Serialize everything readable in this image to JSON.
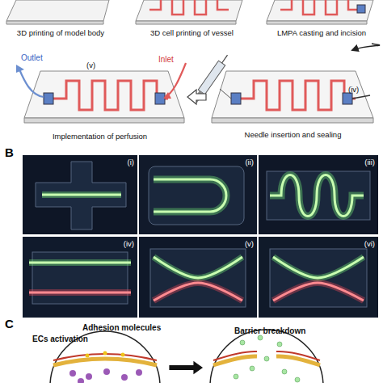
{
  "diagram": {
    "nodes": [
      {
        "text": [
          "3D printing of model body"
        ]
      },
      {
        "text": [
          "3D cell printing of vessel"
        ]
      },
      {
        "text": [
          "LMPA casting and incision"
        ]
      },
      {
        "text": [
          "(iv)",
          "Needle insertion and sealing"
        ]
      },
      {
        "text": [
          "(v)",
          "Implementation of perfusion"
        ]
      },
      {
        "text": [
          "(i)"
        ]
      },
      {
        "text": [
          "(ii)"
        ]
      },
      {
        "text": [
          "(iii)"
        ]
      },
      {
        "text": [
          "(iv)"
        ]
      },
      {
        "text": [
          "(v)"
        ]
      },
      {
        "text": [
          "(vi)"
        ]
      },
      {
        "text": [
          "Adhesion molecules",
          "ECs activation"
        ]
      },
      {
        "text": [
          "Barrier breakdown"
        ]
      }
    ],
    "edges": [
      {
        "from": 2,
        "to": 3,
        "arrow": "to"
      },
      {
        "from": 3,
        "to": 4,
        "arrow": "to"
      },
      {
        "from": 11,
        "to": 12,
        "arrow": "to"
      }
    ],
    "labels": [
      "Outlet",
      "Inlet",
      "B",
      "C"
    ]
  }
}
